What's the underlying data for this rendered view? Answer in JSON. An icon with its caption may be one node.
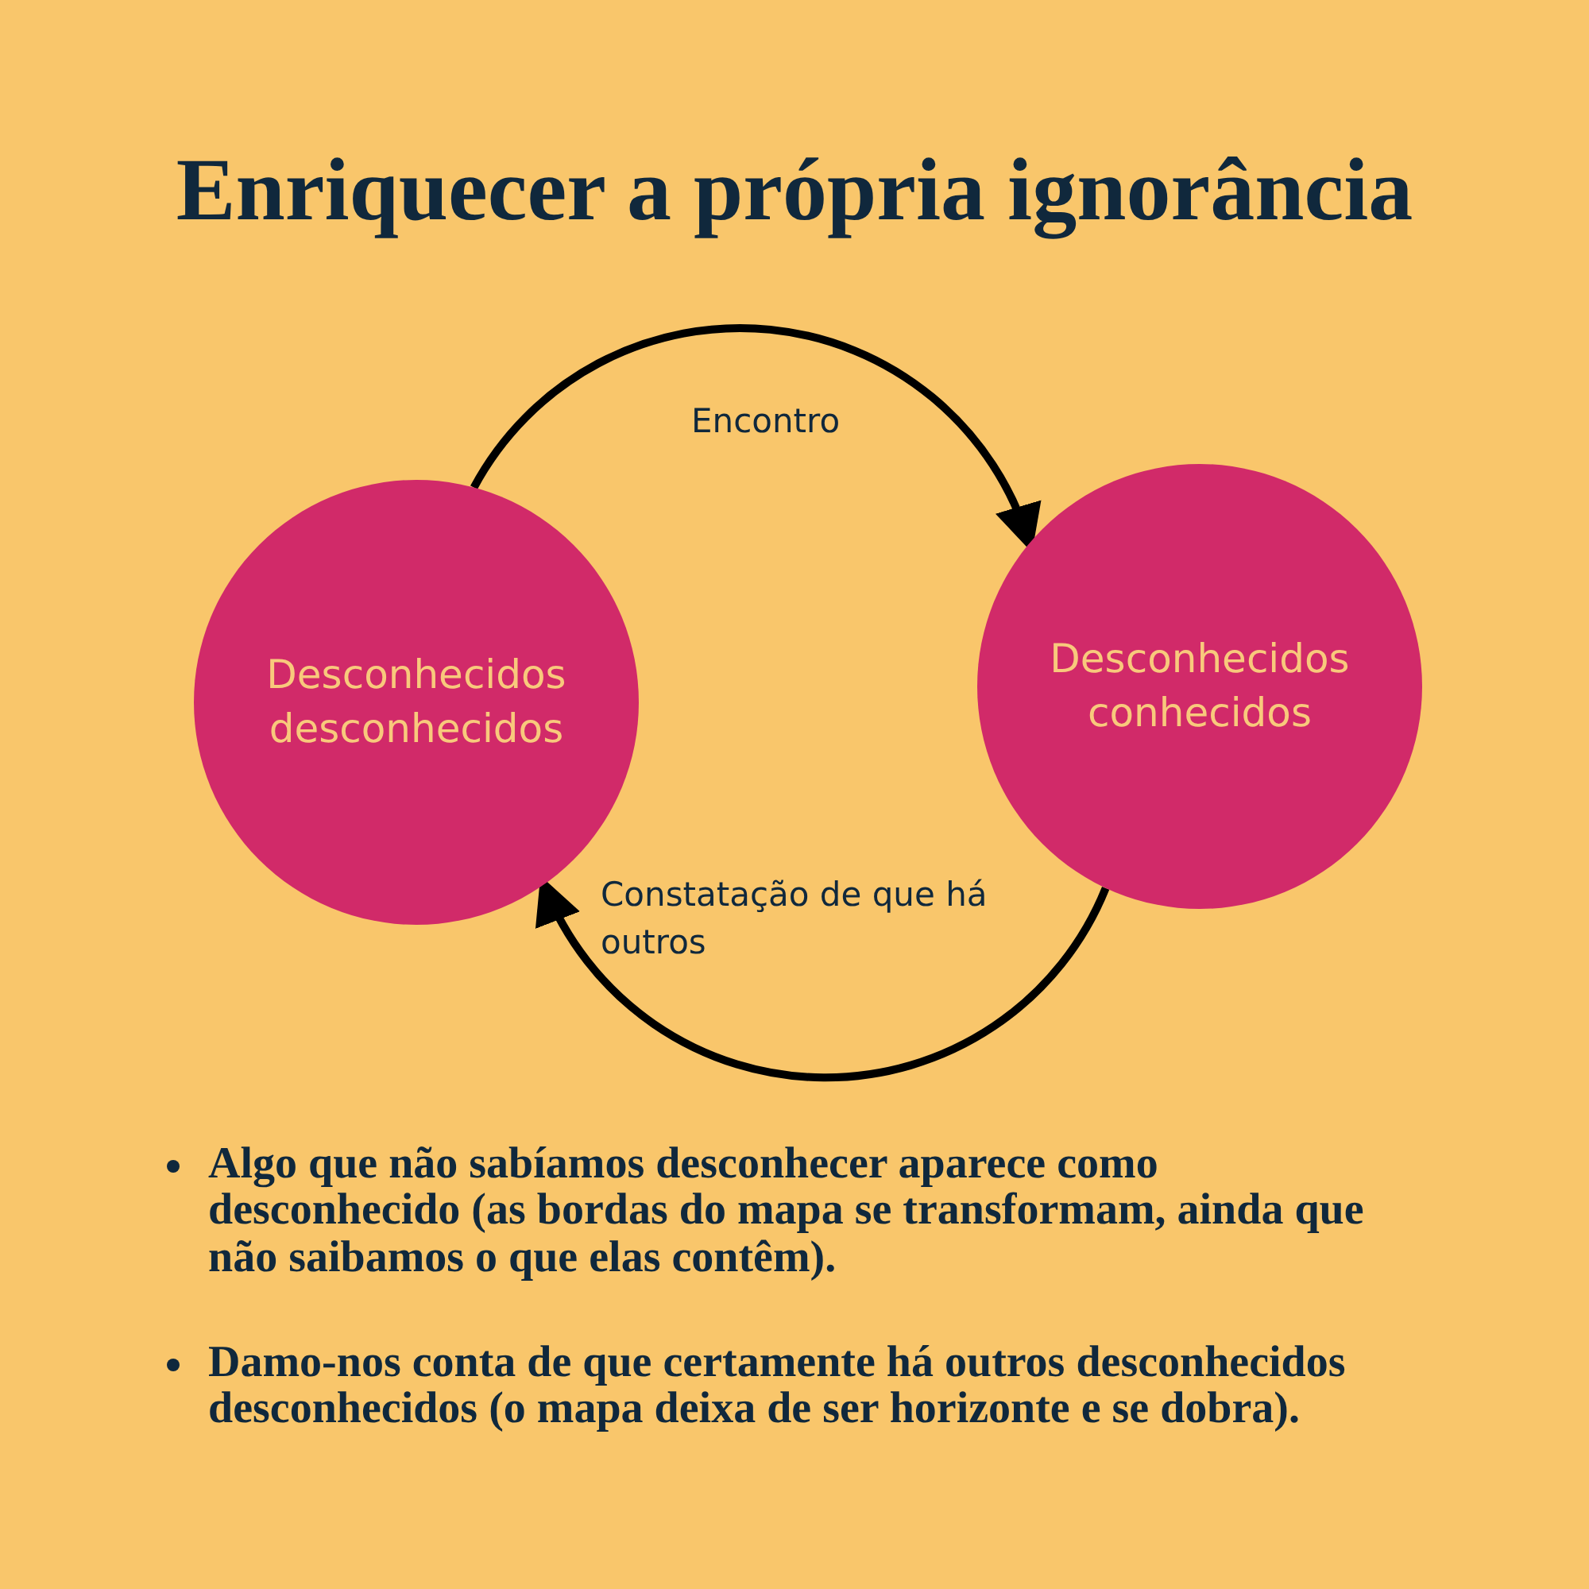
{
  "diagram": {
    "title": "Enriquecer a própria ignorância",
    "nodes": [
      {
        "text": [
          "Desconhecidos desconhecidos"
        ]
      },
      {
        "text": [
          "Desconhecidos conhecidos"
        ]
      }
    ],
    "edges": [
      {
        "from": 0,
        "to": 1,
        "arrow": "to",
        "label": "Encontro"
      },
      {
        "from": 1,
        "to": 0,
        "arrow": "to",
        "label": "Constatação de que há outros"
      }
    ],
    "labels": [
      "Algo que não sabíamos desconhecer aparece como desconhecido (as bordas do mapa se transformam, ainda que não saibamos o que elas contêm).",
      "Damo-nos conta de que certamente há outros desconhecidos desconhecidos (o mapa deixa de ser horizonte e se dobra)."
    ]
  }
}
